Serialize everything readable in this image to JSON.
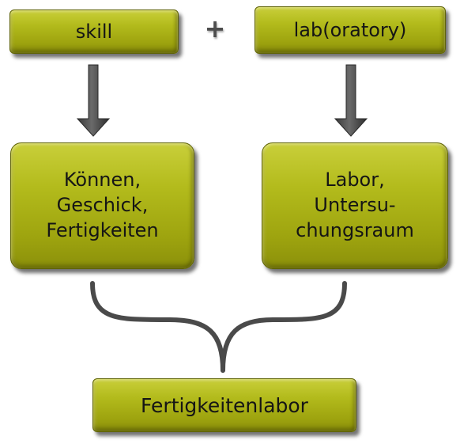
{
  "diagram": {
    "boxes": {
      "skill": "skill",
      "lab": "lab(oratory)",
      "koennen": "Können,\nGeschick,\nFertigkeiten",
      "labor": "Labor,\nUntersu-\nchungsraum",
      "result": "Fertigkeitenlabor"
    },
    "plus_sign": "+"
  },
  "colors": {
    "box_fill": "#b3bb1c",
    "box_border": "#5f6305",
    "arrow": "#4a4a4a",
    "bracket": "#4a4a4a",
    "text": "#151515"
  }
}
